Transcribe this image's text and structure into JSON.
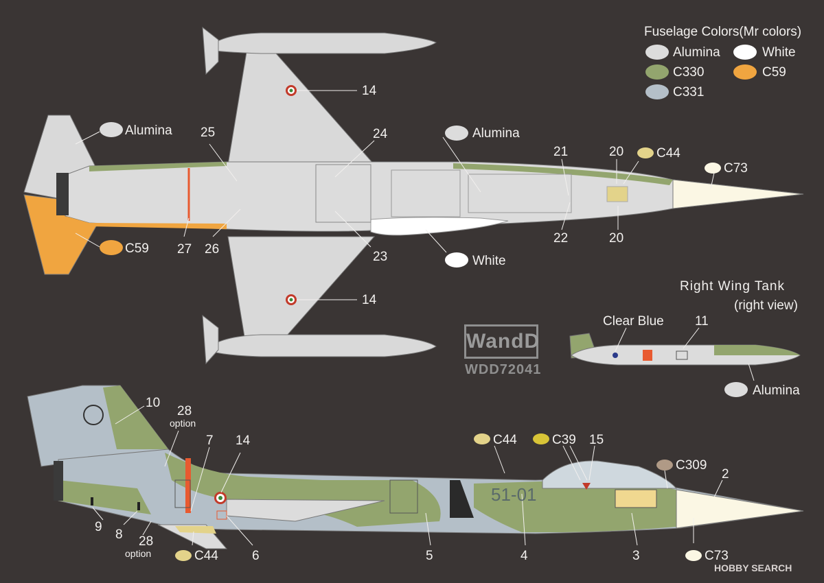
{
  "legend": {
    "title": "Fuselage Colors(Mr colors)",
    "items": [
      {
        "name": "Alumina",
        "color": "#dcdcdc"
      },
      {
        "name": "White",
        "color": "#ffffff"
      },
      {
        "name": "C330",
        "color": "#93a56e"
      },
      {
        "name": "C59",
        "color": "#f0a540"
      },
      {
        "name": "C331",
        "color": "#b4bfc8"
      }
    ]
  },
  "top_view": {
    "callouts": {
      "alumina_tail": "Alumina",
      "alumina_body": "Alumina",
      "c59_tail": "C59",
      "white_belly": "White",
      "c44": "C44",
      "c73": "C73",
      "n14_top": "14",
      "n14_bottom": "14",
      "n25": "25",
      "n24": "24",
      "n23": "23",
      "n26": "26",
      "n27": "27",
      "n21": "21",
      "n22": "22",
      "n20_top": "20",
      "n20_bottom": "20"
    }
  },
  "wing_tank": {
    "title_line1": "Right Wing Tank",
    "title_line2": "(right view)",
    "clear_blue": "Clear Blue",
    "n11": "11",
    "alumina": "Alumina"
  },
  "brand": {
    "logo": "WandD",
    "code": "WDD72041"
  },
  "side_view": {
    "serial": "51-01",
    "callouts": {
      "n10": "10",
      "n28_top": "28",
      "option_top": "option",
      "n7": "7",
      "n14": "14",
      "c44_top": "C44",
      "c39": "C39",
      "n15": "15",
      "c309": "C309",
      "n2": "2",
      "n9": "9",
      "n8": "8",
      "n28_bottom": "28",
      "option_bottom": "option",
      "c44_bottom": "C44",
      "n6": "6",
      "n5": "5",
      "n4": "4",
      "n3": "3",
      "c73": "C73"
    }
  },
  "colors": {
    "background": "#3a3534",
    "alumina": "#dcdcdc",
    "c330": "#93a56e",
    "c331": "#b4bfc8",
    "c59": "#f0a540",
    "c44": "#e3d38a",
    "c39": "#d8c437",
    "c309": "#b09a86",
    "c73": "#fbf7e4",
    "white": "#ffffff"
  },
  "watermark": "HOBBY SEARCH"
}
